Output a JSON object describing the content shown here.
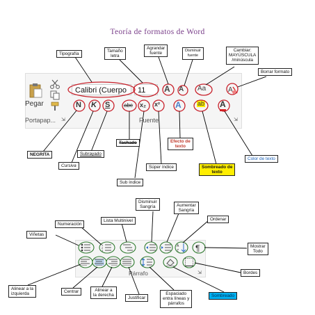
{
  "title": "Teoría de formatos de Word",
  "font_group": {
    "group_name": "Fuente",
    "clipboard_name": "Portapap...",
    "paste_label": "Pegar",
    "font_name": "Calibri (Cuerpo",
    "font_size": "11",
    "icon_aa_increase": "A",
    "icon_aa_decrease": "A",
    "icon_case": "Aa",
    "icon_bold": "N",
    "icon_italic": "K",
    "icon_underline": "S",
    "icon_strike": "abc",
    "icon_sub": "x₂",
    "icon_sup": "x²",
    "icon_effects": "A",
    "icon_highlight": "ab",
    "icon_color": "A",
    "labels": {
      "tipografia": "Tipografía",
      "tamano": [
        "Tamaño",
        "letra"
      ],
      "agrandar": [
        "Agrandar",
        "fuente"
      ],
      "disminuir": [
        "Disminuir",
        "fuente"
      ],
      "cambiar": [
        "Cambiar:",
        "MAYÚSCULA",
        "/minúscula"
      ],
      "borrar": "Borrar formato",
      "negrita": "NEGRITA",
      "cursiva": "Cursiva",
      "subrayado": "Subrayado",
      "tachado": "Tachado",
      "efecto": [
        "Efecto de",
        "texto"
      ],
      "superindice": "Súper índice",
      "subindice": "Sub índice",
      "sombreado_texto": [
        "Sombreado de",
        "texto"
      ],
      "color": "Color de texto"
    }
  },
  "paragraph_group": {
    "group_name": "Párrafo",
    "labels": {
      "disminuir_sangria": [
        "Disminuir",
        "Sangría"
      ],
      "aumentar_sangria": [
        "Aumentar",
        "Sangría"
      ],
      "lista": "Lista Multinivel",
      "numeracion": "Numeración",
      "vinetas": "Viñetas",
      "ordenar": "Ordenar",
      "mostrar": [
        "Mostrar",
        "Todo"
      ],
      "bordes": "Bordes",
      "izquierda": [
        "Alinear a la",
        "izquierda"
      ],
      "centrar": "Centrar",
      "derecha": [
        "Alinear a",
        "la derecha"
      ],
      "justificar": "Justificar",
      "espaciado": [
        "Espaciado",
        "entra líneas y",
        "párrafos"
      ],
      "sombreado": "Sombreado"
    }
  },
  "colors": {
    "title": "#7a3f8a",
    "annotation_circle": "#c8202a",
    "efecto_text": "#c0392b",
    "highlight_yellow": "#ffee00",
    "sombreado_blue": "#00b0f0",
    "connector": "#000000"
  }
}
